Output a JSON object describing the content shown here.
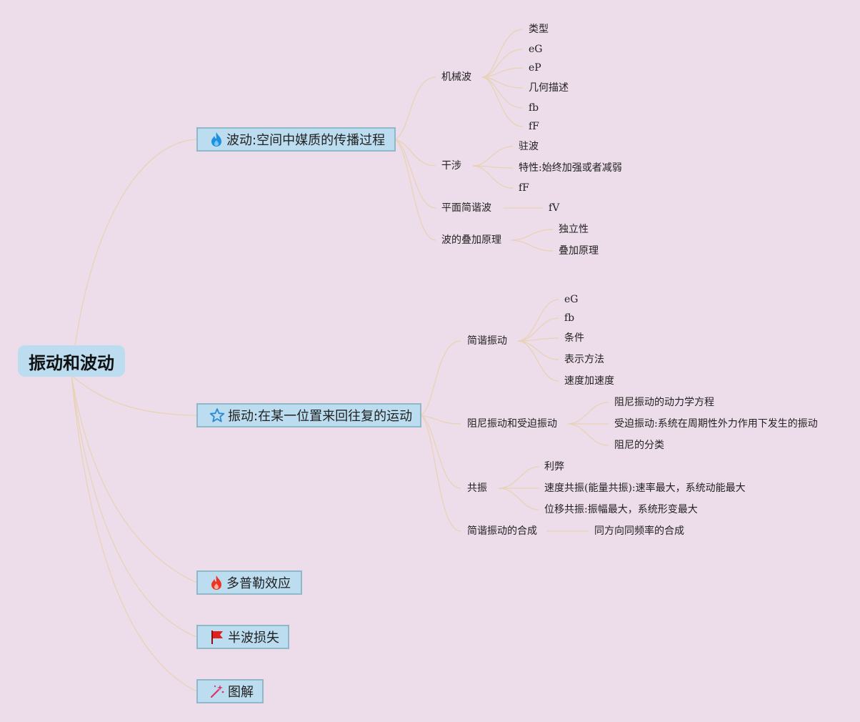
{
  "root": {
    "label": "振动和波动"
  },
  "branches": {
    "wave": {
      "label": "波动:空间中媒质的传播过程",
      "icon": "fire-icon",
      "children": {
        "mechanical": {
          "label": "机械波",
          "leaves": [
            "类型",
            "eG",
            "eP",
            "几何描述",
            "fb",
            "fF"
          ]
        },
        "interference": {
          "label": "干涉",
          "leaves": [
            "驻波",
            "特性:始终加强或者减弱",
            "fF"
          ]
        },
        "plane": {
          "label": "平面简谐波",
          "leaves": [
            "fV"
          ]
        },
        "superposition": {
          "label": "波的叠加原理",
          "leaves": [
            "独立性",
            "叠加原理"
          ]
        }
      }
    },
    "vibration": {
      "label": "振动:在某一位置来回往复的运动",
      "icon": "star-icon",
      "children": {
        "shm": {
          "label": "简谐振动",
          "leaves": [
            "eG",
            "fb",
            "条件",
            "表示方法",
            "速度加速度"
          ]
        },
        "damped": {
          "label": "阻尼振动和受迫振动",
          "leaves": [
            "阻尼振动的动力学方程",
            "受迫振动:系统在周期性外力作用下发生的振动",
            "阻尼的分类"
          ]
        },
        "resonance": {
          "label": "共振",
          "leaves": [
            "利弊",
            "速度共振(能量共振):速率最大，系统动能最大",
            "位移共振:振幅最大，系统形变最大"
          ]
        },
        "composition": {
          "label": "简谐振动的合成",
          "leaves": [
            "同方向同频率的合成"
          ]
        }
      }
    },
    "doppler": {
      "label": "多普勒效应",
      "icon": "fire-icon"
    },
    "halfwave": {
      "label": "半波损失",
      "icon": "flag-icon"
    },
    "diagram": {
      "label": "图解",
      "icon": "magic-wand-icon"
    }
  },
  "colors": {
    "background": "#eddce9",
    "branch_fill": "#bcdcef",
    "line": "#e8d2b4",
    "fire_blue": "#1e90e0",
    "fire_red": "#ee3322",
    "flag_red": "#e02020",
    "star_blue": "#2a8ad8",
    "wand_pink": "#e0306a"
  }
}
